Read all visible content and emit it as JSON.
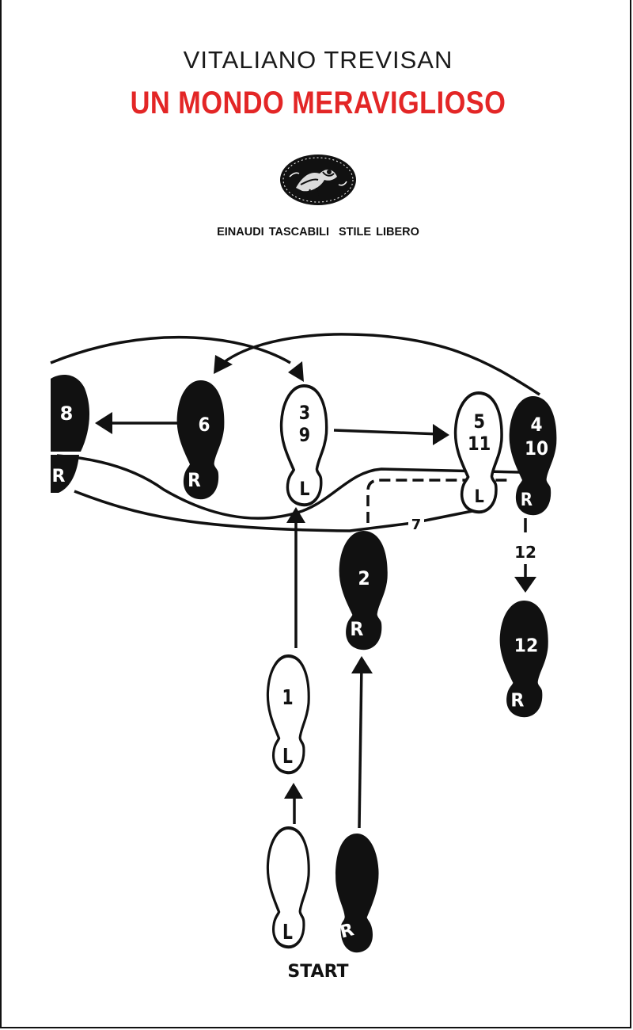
{
  "cover": {
    "author": "VITALIANO TREVISAN",
    "title": "UN MONDO MERAVIGLIOSO",
    "publisher_logo": "einaudi-ostrich-emblem",
    "series": [
      "EINAUDI TASCABILI",
      "STILE LIBERO"
    ],
    "title_color": "#e32626",
    "text_color": "#1a1a1a"
  },
  "diagram": {
    "start_label": "START",
    "footprints": [
      {
        "id": "start-left",
        "side": "L",
        "fill": "white",
        "numbers": ""
      },
      {
        "id": "start-right",
        "side": "R",
        "fill": "black",
        "numbers": ""
      },
      {
        "id": "step-1",
        "side": "L",
        "fill": "white",
        "numbers": "1"
      },
      {
        "id": "step-2",
        "side": "R",
        "fill": "black",
        "numbers": "2"
      },
      {
        "id": "step-3-9",
        "side": "L",
        "fill": "white",
        "numbers": "3\n9",
        "n1": "3",
        "n2": "9"
      },
      {
        "id": "step-4-10",
        "side": "R",
        "fill": "black",
        "numbers": "4\n10",
        "n1": "4",
        "n2": "10"
      },
      {
        "id": "step-5-11",
        "side": "L",
        "fill": "white",
        "numbers": "5\n11",
        "n1": "5",
        "n2": "11"
      },
      {
        "id": "step-6",
        "side": "R",
        "fill": "black",
        "numbers": "6"
      },
      {
        "id": "step-8",
        "side": "R",
        "fill": "black",
        "numbers": "8"
      },
      {
        "id": "step-12",
        "side": "R",
        "fill": "black",
        "numbers": "12"
      }
    ],
    "path_labels": {
      "seven": "7",
      "twelve": "12"
    }
  }
}
